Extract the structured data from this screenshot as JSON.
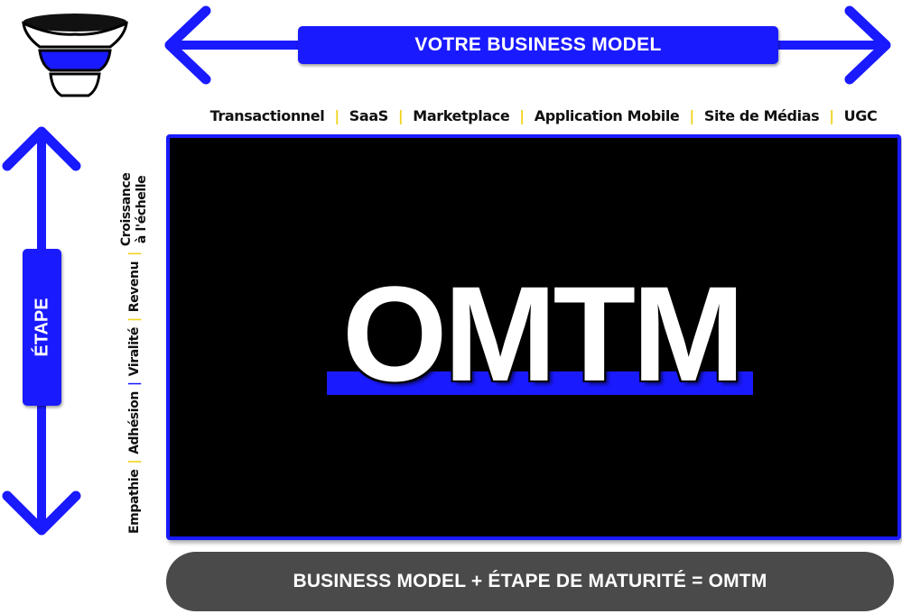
{
  "top": {
    "label": "VOTRE BUSINESS MODEL"
  },
  "business_models": [
    "Transactionnel",
    "SaaS",
    "Marketplace",
    "Application Mobile",
    "Site de Médias",
    "UGC"
  ],
  "side": {
    "label": "ÉTAPE"
  },
  "stages": [
    "Empathie",
    "Adhésion",
    "Viralité",
    "Revenu"
  ],
  "stage_last": {
    "line1": "Croissance",
    "line2": "à l'échelle"
  },
  "center": {
    "title": "OMTM"
  },
  "formula": "BUSINESS MODEL + ÉTAPE DE MATURITÉ = OMTM",
  "colors": {
    "accent": "#1a1aff",
    "separator": "#f2d21a",
    "box": "#000000",
    "pill": "#4a4a4a"
  }
}
